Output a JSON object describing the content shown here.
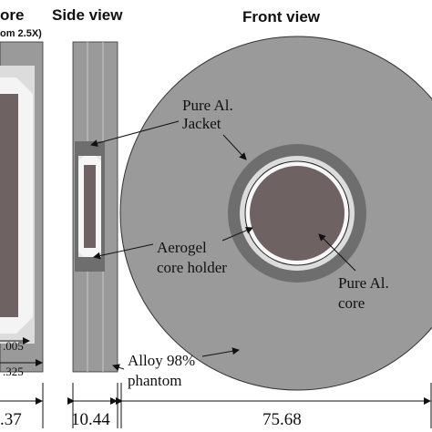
{
  "views": {
    "core_title_partial": "ore",
    "core_zoom_partial": "om 2.5X)",
    "side_title": "Side view",
    "front_title": "Front view"
  },
  "labels": {
    "jacket_line1": "Pure Al.",
    "jacket_line2": "Jacket",
    "holder_line1": "Aerogel",
    "holder_line2": "core holder",
    "core_line1": "Pure Al.",
    "core_line2": "core",
    "phantom_line1": "Alloy 98%",
    "phantom_line2": "phantom"
  },
  "dimensions": {
    "core_small_1": ".005",
    "core_small_2": ".325",
    "core_width": ".37",
    "side_width": "10.44",
    "front_diameter": "75.68"
  },
  "colors": {
    "phantom": "#9a9a9a",
    "jacket": "#6e6e6e",
    "holder": "#dcdcdc",
    "core": "#6e6262",
    "outline": "#333333"
  }
}
